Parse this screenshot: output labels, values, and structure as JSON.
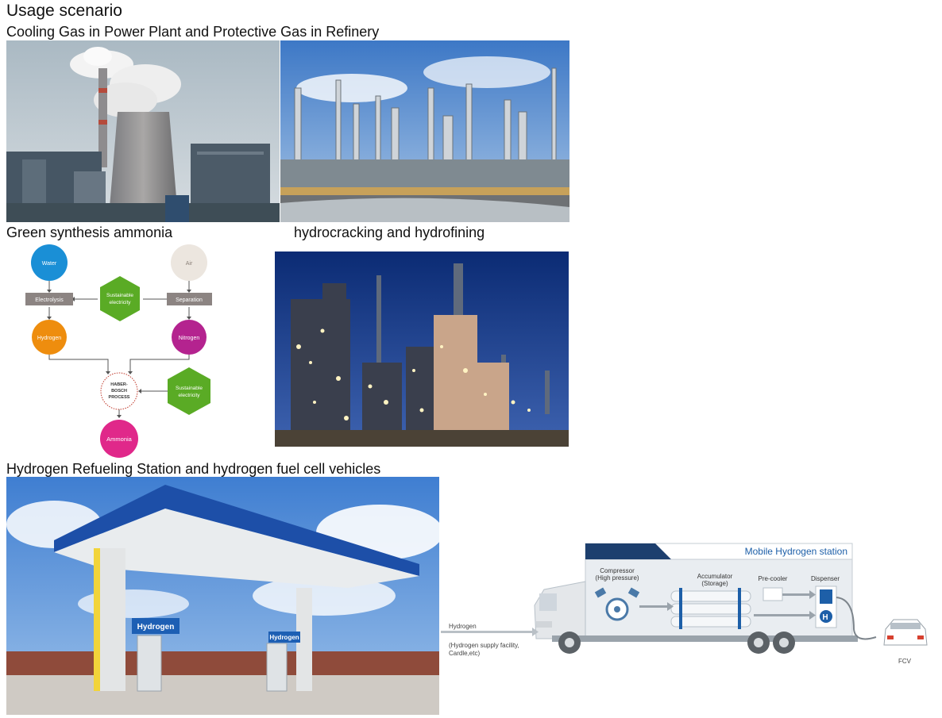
{
  "title": "Usage scenario",
  "sections": {
    "cooling": "Cooling Gas in Power Plant and Protective Gas in Refinery",
    "ammonia": "Green synthesis ammonia",
    "hydro": "hydrocracking and hydrofining",
    "refuel": "Hydrogen Refueling Station and hydrogen fuel cell vehicles"
  },
  "ammonia_diagram": {
    "water": "Water",
    "air": "Air",
    "electrolysis": "Electrolysis",
    "separation": "Separation",
    "sustainable1": [
      "Sustainable",
      "electricity"
    ],
    "sustainable2": [
      "Sustainable",
      "electricity"
    ],
    "hydrogen": "Hydrogen",
    "nitrogen": "Nitrogen",
    "haber": [
      "HABER-",
      "BOSCH",
      "PROCESS"
    ],
    "ammonia": "Ammonia",
    "colors": {
      "water": "#1a8fd6",
      "air": "#ece6df",
      "hydrogen": "#ee8d0e",
      "nitrogen": "#b4238f",
      "ammonia": "#e0288a",
      "hex": "#5aab25",
      "box": "#8c8482"
    }
  },
  "station_photo": {
    "sign1": "Hydrogen",
    "sign2": "Hydrogen"
  },
  "mobile_station": {
    "header": "Mobile Hydrogen station",
    "compressor": [
      "Compressor",
      "(High pressure)"
    ],
    "accumulator": [
      "Accumulator",
      "(Storage)"
    ],
    "precooler": "Pre-cooler",
    "dispenser": "Dispenser",
    "h2": "H",
    "hydrogen_in": "Hydrogen",
    "supply": [
      "(Hydrogen supply facility,",
      "Cardle,etc)"
    ],
    "fcv": "FCV"
  }
}
